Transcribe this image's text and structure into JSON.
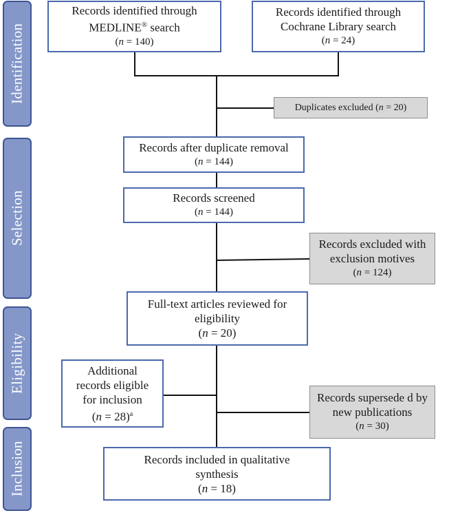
{
  "stages": {
    "identification": "Identification",
    "selection": "Selection",
    "eligibility": "Eligibility",
    "inclusion": "Inclusion"
  },
  "boxes": {
    "medline": {
      "line1": "Records identified through",
      "line2": "MEDLINE",
      "sup": "®",
      "line2_suffix": " search",
      "n_prefix": "n",
      "n_value": " = 140"
    },
    "cochrane": {
      "line1": "Records identified through",
      "line2": "Cochrane Library search",
      "n_prefix": "n",
      "n_value": " = 24"
    },
    "duplicates": {
      "text": "Duplicates excluded (",
      "n_prefix": "n",
      "n_value": " = 20)"
    },
    "after_duplicates": {
      "line1": "Records after duplicate removal",
      "n_prefix": "n",
      "n_value": " = 144"
    },
    "screened": {
      "line1": "Records screened",
      "n_prefix": "n",
      "n_value": " = 144"
    },
    "excluded": {
      "line1": "Records excluded with",
      "line2": "exclusion motives",
      "n_prefix": "n",
      "n_value": " = 124"
    },
    "fulltext": {
      "line1": "Full-text articles reviewed for",
      "line2": "eligibility",
      "n_prefix": "n",
      "n_value": " = 20"
    },
    "additional": {
      "line1": "Additional",
      "line2": "records eligible",
      "line3": "for inclusion",
      "n_prefix": "n",
      "n_value": " = 28)",
      "sup": "a"
    },
    "superseded": {
      "line1": "Records supersede d by",
      "line2": "new publications",
      "n_prefix": "n",
      "n_value": " = 30"
    },
    "included": {
      "line1": "Records included in qualitative",
      "line2": "synthesis",
      "n_prefix": "n",
      "n_value": " = 18"
    }
  }
}
